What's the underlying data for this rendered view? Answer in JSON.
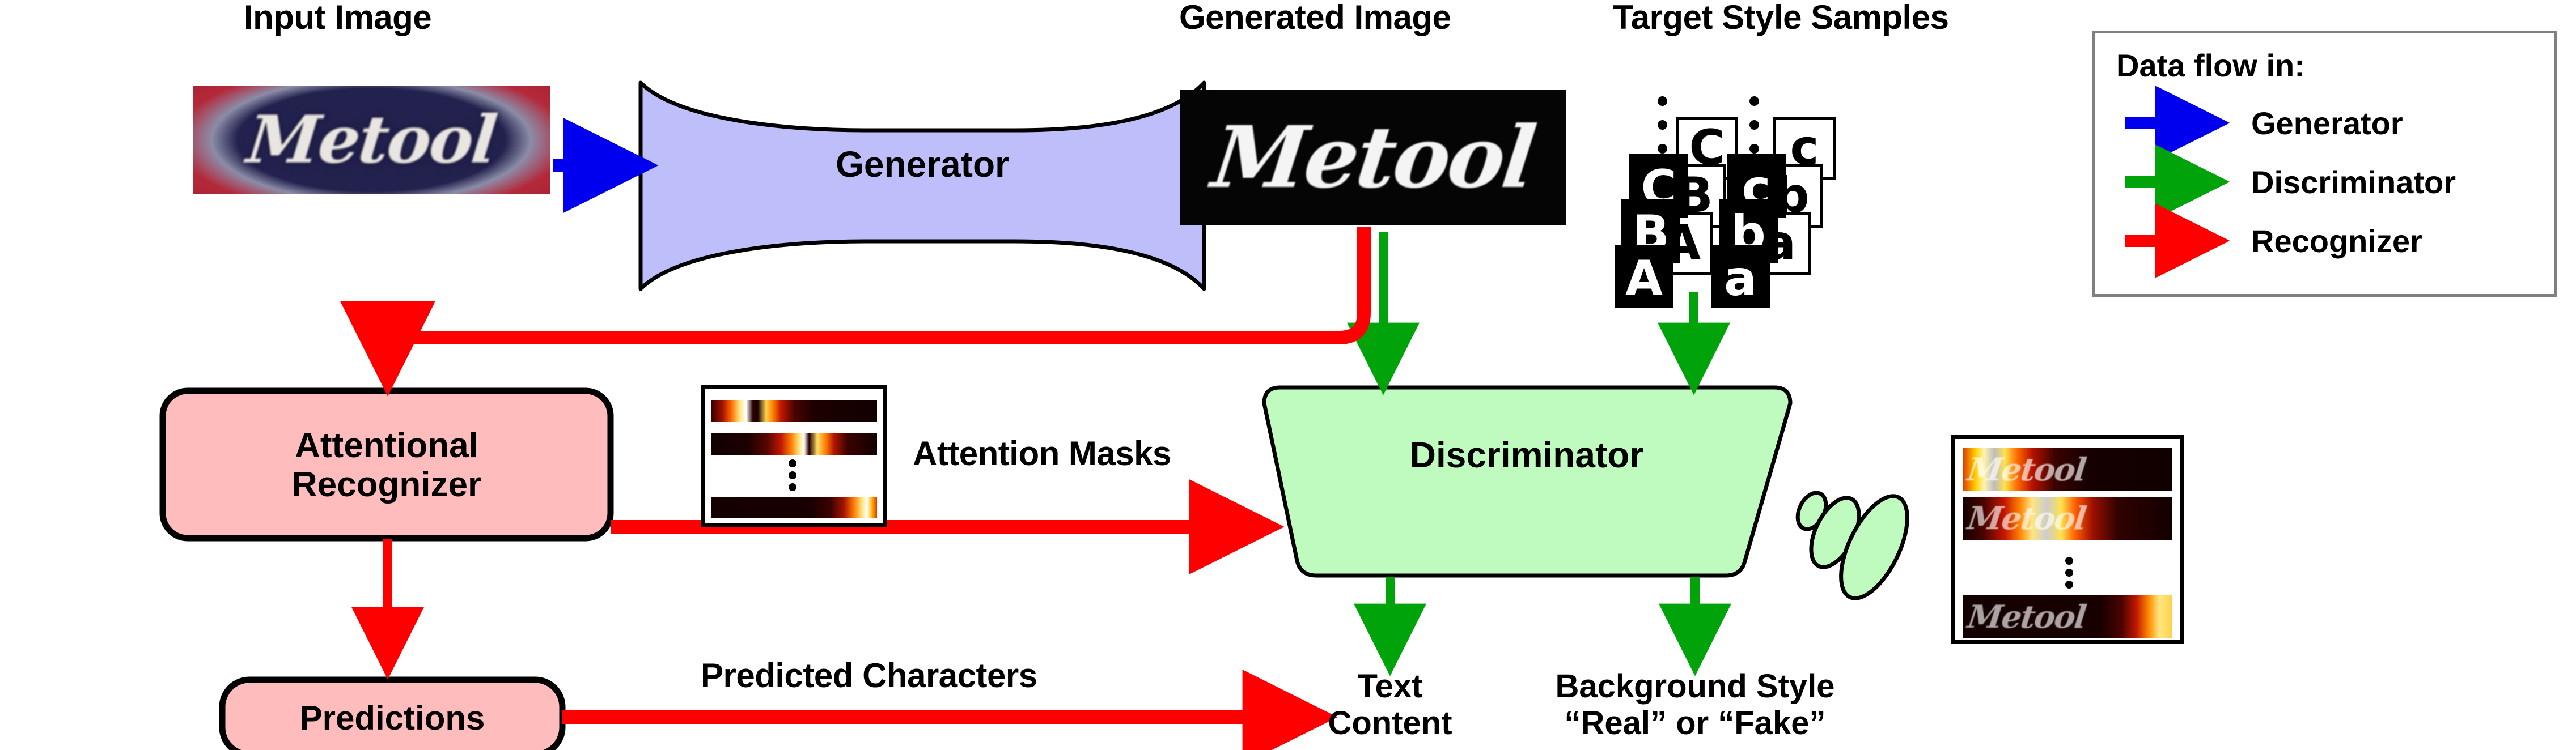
{
  "titles": {
    "input_image": "Input Image",
    "generated_image": "Generated Image",
    "target_style_samples": "Target Style Samples"
  },
  "nodes": {
    "generator": "Generator",
    "discriminator": "Discriminator",
    "attentional_recognizer": "Attentional\nRecognizer",
    "predictions": "Predictions"
  },
  "labels": {
    "attention_masks": "Attention Masks",
    "predicted_characters": "Predicted Characters",
    "text_content": "Text\nContent",
    "background_style": "Background Style\n“Real” or “Fake”"
  },
  "legend": {
    "title": "Data flow in:",
    "items": [
      {
        "label": "Generator",
        "color": "#0000ee"
      },
      {
        "label": "Discriminator",
        "color": "#00a40a"
      },
      {
        "label": "Recognizer",
        "color": "#fe0000"
      }
    ]
  },
  "images": {
    "input_text": "Metool",
    "generated_text": "Metool",
    "result_text": "Metool"
  },
  "style_samples": {
    "upper_dark": [
      "C",
      "B",
      "A"
    ],
    "upper_light": [
      "C",
      "B",
      "A"
    ],
    "lower_dark": [
      "c",
      "b",
      "a"
    ],
    "lower_light": [
      "c",
      "b",
      "a"
    ],
    "ellipsis": "⋮"
  },
  "colors": {
    "generator_fill": "#bebefa",
    "discriminator_fill": "#bffbbf",
    "recognizer_fill": "#ffbcbc",
    "generator_flow": "#0000ee",
    "discriminator_flow": "#00a40a",
    "recognizer_flow": "#fe0000",
    "stroke": "#000000"
  }
}
